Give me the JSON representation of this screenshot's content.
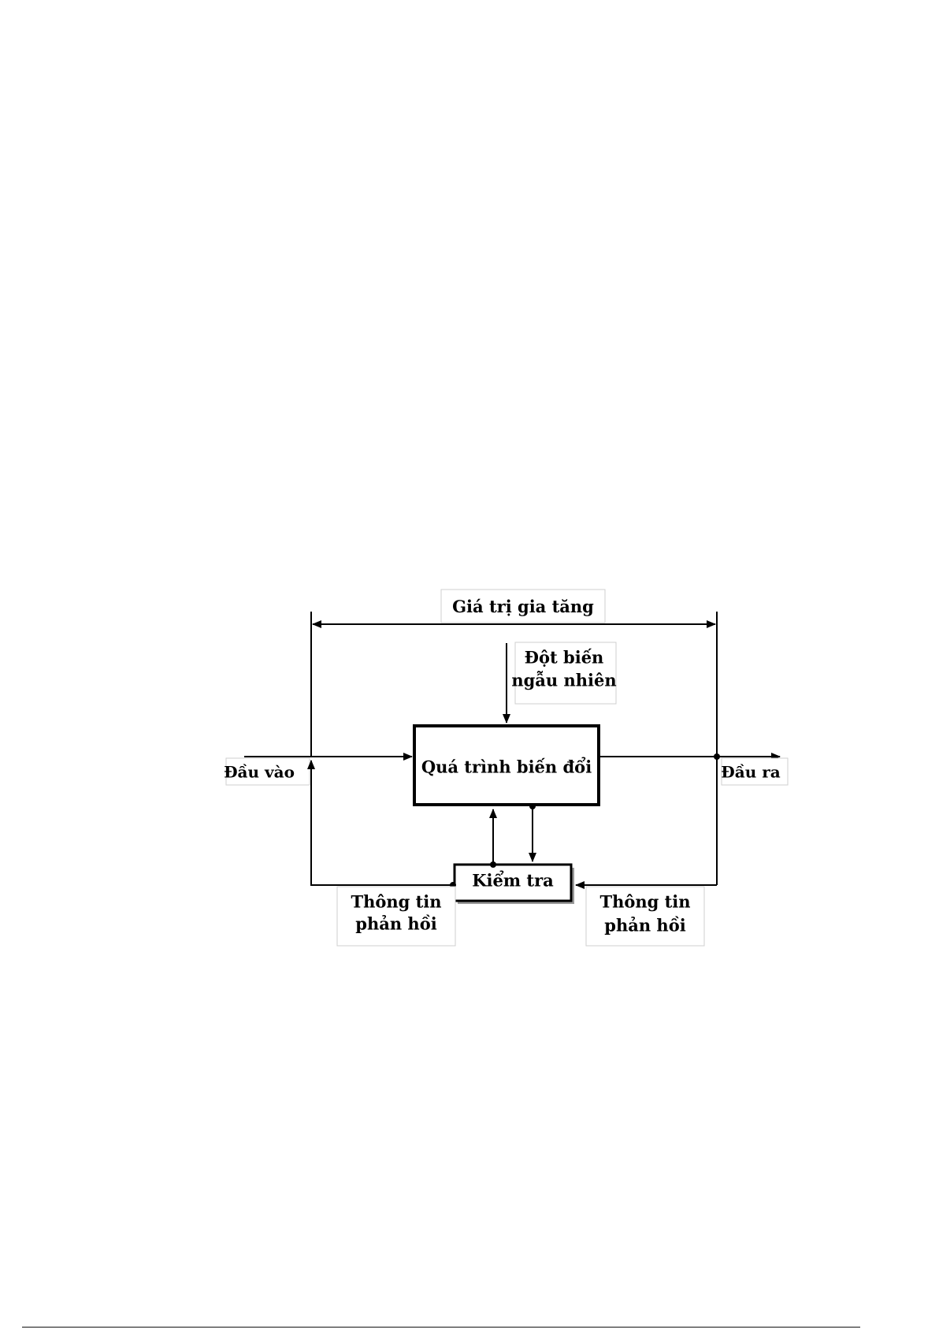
{
  "diagram": {
    "value_added_label": "Giá trị gia tăng",
    "disturbance_label_line1": "Đột biến",
    "disturbance_label_line2": "ngẫu nhiên",
    "process_label": "Quá trình biến đổi",
    "input_label": "Đầu vào",
    "output_label": "Đầu ra",
    "control_label": "Kiểm tra",
    "feedback_left_line1": "Thông tin",
    "feedback_left_line2": "phản hồi",
    "feedback_right_line1": "Thông tin",
    "feedback_right_line2": "phản hồi"
  },
  "colors": {
    "line": "#000000",
    "background": "#ffffff",
    "label_frame": "#cfcfcf"
  }
}
